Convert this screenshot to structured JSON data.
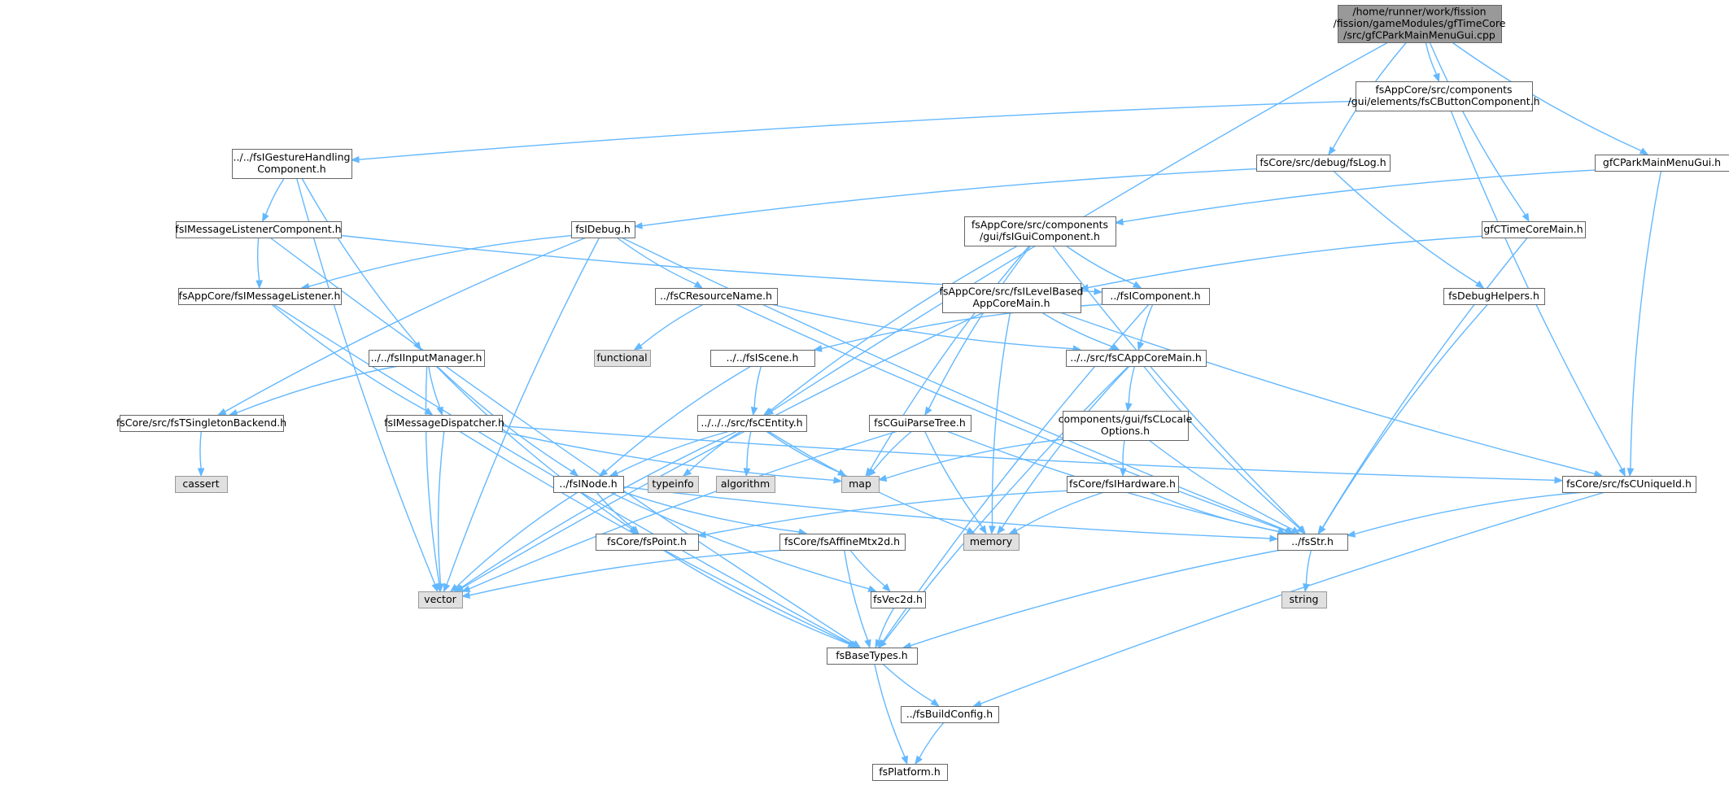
{
  "colors": {
    "edge": "#63b8ff",
    "node_border": "#666666",
    "node_fill": "#ffffff",
    "root_fill": "#999999",
    "root_border": "#666666",
    "system_fill": "#e0e0e0",
    "system_border": "#999999",
    "text": "#000000"
  },
  "nodes": [
    {
      "id": "root",
      "kind": "root",
      "lines": [
        "/home/runner/work/fission",
        "/fission/gameModules/gfTimeCore",
        "/src/gfCParkMainMenuGui.cpp"
      ]
    },
    {
      "id": "buttoncomp",
      "kind": "file",
      "lines": [
        "fsAppCore/src/components",
        "/gui/elements/fsCButtonComponent.h"
      ]
    },
    {
      "id": "gesture",
      "kind": "file",
      "lines": [
        "../../fsIGestureHandling",
        "Component.h"
      ]
    },
    {
      "id": "fslog",
      "kind": "file",
      "lines": [
        "fsCore/src/debug/fsLog.h"
      ]
    },
    {
      "id": "mainmenugui",
      "kind": "file",
      "lines": [
        "gfCParkMainMenuGui.h"
      ]
    },
    {
      "id": "msglistenercomp",
      "kind": "file",
      "lines": [
        "fsIMessageListenerComponent.h"
      ]
    },
    {
      "id": "fsidebug",
      "kind": "file",
      "lines": [
        "fsIDebug.h"
      ]
    },
    {
      "id": "guicomp",
      "kind": "file",
      "lines": [
        "fsAppCore/src/components",
        "/gui/fsIGuiComponent.h"
      ]
    },
    {
      "id": "timecoremain",
      "kind": "file",
      "lines": [
        "gfCTimeCoreMain.h"
      ]
    },
    {
      "id": "msglistener",
      "kind": "file",
      "lines": [
        "fsAppCore/fsIMessageListener.h"
      ]
    },
    {
      "id": "resname",
      "kind": "file",
      "lines": [
        "../fsCResourceName.h"
      ]
    },
    {
      "id": "levelbased",
      "kind": "file",
      "lines": [
        "fsAppCore/src/fsILevelBased",
        "AppCoreMain.h"
      ]
    },
    {
      "id": "icomponent",
      "kind": "file",
      "lines": [
        "../fsIComponent.h"
      ]
    },
    {
      "id": "debughelpers",
      "kind": "file",
      "lines": [
        "fsDebugHelpers.h"
      ]
    },
    {
      "id": "functional",
      "kind": "system",
      "lines": [
        "functional"
      ]
    },
    {
      "id": "inputmanager",
      "kind": "file",
      "lines": [
        "../../fsIInputManager.h"
      ]
    },
    {
      "id": "iscene",
      "kind": "file",
      "lines": [
        "../../fsIScene.h"
      ]
    },
    {
      "id": "appcoremain",
      "kind": "file",
      "lines": [
        "../../src/fsCAppCoreMain.h"
      ]
    },
    {
      "id": "localeoptions",
      "kind": "file",
      "lines": [
        "components/gui/fsCLocale",
        "Options.h"
      ]
    },
    {
      "id": "singleton",
      "kind": "file",
      "lines": [
        "fsCore/src/fsTSingletonBackend.h"
      ]
    },
    {
      "id": "dispatcher",
      "kind": "file",
      "lines": [
        "fsIMessageDispatcher.h"
      ]
    },
    {
      "id": "centity",
      "kind": "file",
      "lines": [
        "../../../src/fsCEntity.h"
      ]
    },
    {
      "id": "guiparsetree",
      "kind": "file",
      "lines": [
        "fsCGuiParseTree.h"
      ]
    },
    {
      "id": "cassert",
      "kind": "system",
      "lines": [
        "cassert"
      ]
    },
    {
      "id": "typeinfo",
      "kind": "system",
      "lines": [
        "typeinfo"
      ]
    },
    {
      "id": "algorithm",
      "kind": "system",
      "lines": [
        "algorithm"
      ]
    },
    {
      "id": "map",
      "kind": "system",
      "lines": [
        "map"
      ]
    },
    {
      "id": "inode",
      "kind": "file",
      "lines": [
        "../fsINode.h"
      ]
    },
    {
      "id": "ihardware",
      "kind": "file",
      "lines": [
        "fsCore/fsIHardware.h"
      ]
    },
    {
      "id": "uniqueid",
      "kind": "file",
      "lines": [
        "fsCore/src/fsCUniqueId.h"
      ]
    },
    {
      "id": "memory",
      "kind": "system",
      "lines": [
        "memory"
      ]
    },
    {
      "id": "fspoint",
      "kind": "file",
      "lines": [
        "fsCore/fsPoint.h"
      ]
    },
    {
      "id": "affine",
      "kind": "file",
      "lines": [
        "fsCore/fsAffineMtx2d.h"
      ]
    },
    {
      "id": "fsstr",
      "kind": "file",
      "lines": [
        "../fsStr.h"
      ]
    },
    {
      "id": "vector",
      "kind": "system",
      "lines": [
        "vector"
      ]
    },
    {
      "id": "vec2d",
      "kind": "file",
      "lines": [
        "fsVec2d.h"
      ]
    },
    {
      "id": "string",
      "kind": "system",
      "lines": [
        "string"
      ]
    },
    {
      "id": "basetypes",
      "kind": "file",
      "lines": [
        "fsBaseTypes.h"
      ]
    },
    {
      "id": "buildconfig",
      "kind": "file",
      "lines": [
        "../fsBuildConfig.h"
      ]
    },
    {
      "id": "platform",
      "kind": "file",
      "lines": [
        "fsPlatform.h"
      ]
    }
  ],
  "edges": [
    [
      "root",
      "buttoncomp"
    ],
    [
      "root",
      "fslog"
    ],
    [
      "root",
      "timecoremain"
    ],
    [
      "root",
      "mainmenugui"
    ],
    [
      "root",
      "centity"
    ],
    [
      "buttoncomp",
      "gesture"
    ],
    [
      "buttoncomp",
      "uniqueid"
    ],
    [
      "gesture",
      "msglistenercomp"
    ],
    [
      "gesture",
      "inputmanager"
    ],
    [
      "gesture",
      "vector"
    ],
    [
      "fslog",
      "fsidebug"
    ],
    [
      "fslog",
      "debughelpers"
    ],
    [
      "mainmenugui",
      "guicomp"
    ],
    [
      "mainmenugui",
      "uniqueid"
    ],
    [
      "msglistenercomp",
      "msglistener"
    ],
    [
      "msglistenercomp",
      "icomponent"
    ],
    [
      "msglistenercomp",
      "basetypes"
    ],
    [
      "fsidebug",
      "msglistener"
    ],
    [
      "fsidebug",
      "resname"
    ],
    [
      "fsidebug",
      "singleton"
    ],
    [
      "fsidebug",
      "vector"
    ],
    [
      "fsidebug",
      "fsstr"
    ],
    [
      "guicomp",
      "icomponent"
    ],
    [
      "guicomp",
      "centity"
    ],
    [
      "guicomp",
      "guiparsetree"
    ],
    [
      "guicomp",
      "map"
    ],
    [
      "guicomp",
      "fsstr"
    ],
    [
      "timecoremain",
      "levelbased"
    ],
    [
      "timecoremain",
      "fsstr"
    ],
    [
      "msglistener",
      "dispatcher"
    ],
    [
      "msglistener",
      "basetypes"
    ],
    [
      "resname",
      "functional"
    ],
    [
      "resname",
      "appcoremain"
    ],
    [
      "resname",
      "fsstr"
    ],
    [
      "levelbased",
      "appcoremain"
    ],
    [
      "levelbased",
      "memory"
    ],
    [
      "levelbased",
      "vector"
    ],
    [
      "levelbased",
      "uniqueid"
    ],
    [
      "icomponent",
      "iscene"
    ],
    [
      "icomponent",
      "appcoremain"
    ],
    [
      "icomponent",
      "basetypes"
    ],
    [
      "debughelpers",
      "fsstr"
    ],
    [
      "inputmanager",
      "singleton"
    ],
    [
      "inputmanager",
      "dispatcher"
    ],
    [
      "inputmanager",
      "inode"
    ],
    [
      "inputmanager",
      "fspoint"
    ],
    [
      "inputmanager",
      "vector"
    ],
    [
      "iscene",
      "centity"
    ],
    [
      "iscene",
      "inode"
    ],
    [
      "appcoremain",
      "localeoptions"
    ],
    [
      "appcoremain",
      "memory"
    ],
    [
      "appcoremain",
      "fsstr"
    ],
    [
      "appcoremain",
      "basetypes"
    ],
    [
      "localeoptions",
      "ihardware"
    ],
    [
      "localeoptions",
      "map"
    ],
    [
      "localeoptions",
      "fsstr"
    ],
    [
      "singleton",
      "cassert"
    ],
    [
      "dispatcher",
      "map"
    ],
    [
      "dispatcher",
      "uniqueid"
    ],
    [
      "dispatcher",
      "vector"
    ],
    [
      "dispatcher",
      "basetypes"
    ],
    [
      "centity",
      "typeinfo"
    ],
    [
      "centity",
      "algorithm"
    ],
    [
      "centity",
      "map"
    ],
    [
      "centity",
      "inode"
    ],
    [
      "centity",
      "memory"
    ],
    [
      "centity",
      "vector"
    ],
    [
      "guiparsetree",
      "map"
    ],
    [
      "guiparsetree",
      "memory"
    ],
    [
      "guiparsetree",
      "vector"
    ],
    [
      "guiparsetree",
      "fsstr"
    ],
    [
      "inode",
      "fspoint"
    ],
    [
      "inode",
      "affine"
    ],
    [
      "inode",
      "vec2d"
    ],
    [
      "inode",
      "fsstr"
    ],
    [
      "inode",
      "vector"
    ],
    [
      "ihardware",
      "memory"
    ],
    [
      "ihardware",
      "fspoint"
    ],
    [
      "ihardware",
      "fsstr"
    ],
    [
      "uniqueid",
      "fsstr"
    ],
    [
      "uniqueid",
      "buildconfig"
    ],
    [
      "fspoint",
      "basetypes"
    ],
    [
      "affine",
      "vec2d"
    ],
    [
      "affine",
      "basetypes"
    ],
    [
      "affine",
      "vector"
    ],
    [
      "fsstr",
      "string"
    ],
    [
      "fsstr",
      "basetypes"
    ],
    [
      "vec2d",
      "basetypes"
    ],
    [
      "basetypes",
      "buildconfig"
    ],
    [
      "basetypes",
      "platform"
    ],
    [
      "buildconfig",
      "platform"
    ]
  ]
}
